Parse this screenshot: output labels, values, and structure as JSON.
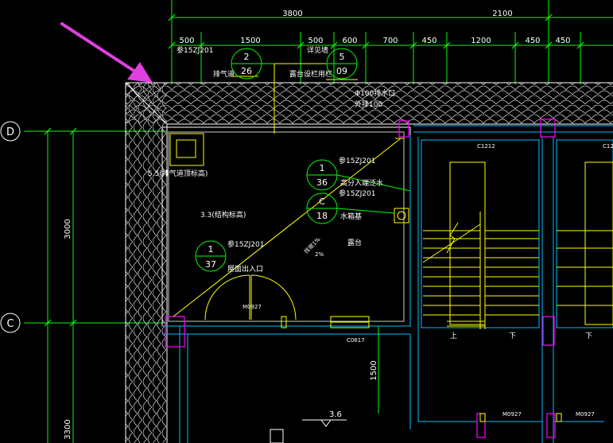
{
  "dimensions": {
    "top_row": [
      "3800",
      "2100"
    ],
    "second_row": [
      "500",
      "1500",
      "500",
      "600",
      "700",
      "450",
      "1200",
      "450",
      "450"
    ],
    "vertical": [
      "3000",
      "3300"
    ],
    "inner_vertical": "1500"
  },
  "axes": [
    "D",
    "C"
  ],
  "detail_refs": [
    {
      "top": "2",
      "bottom": "26"
    },
    {
      "top": "5",
      "bottom": "09"
    },
    {
      "top": "1",
      "bottom": "36"
    },
    {
      "top": "C",
      "bottom": "18"
    },
    {
      "top": "1",
      "bottom": "37"
    }
  ],
  "labels": {
    "ref_15zj201_a": "参15ZJ201",
    "ref_15zj201_b": "参15ZJ201",
    "ref_15zj201_c": "参15ZJ201",
    "ref_15zj201_d": "参15ZJ201",
    "ref_detail": "详见墙",
    "exhaust_duct": "排气道",
    "balcony_rail": "露台设栏用栏",
    "drain_outlet": "Φ100排水口",
    "external_drain": "外排100",
    "elev_exhaust": "5.5(排气道顶标高)",
    "elev_structure": "3.3(结构标高)",
    "high_low_drain": "高分入端泛水",
    "water_tank": "水箱基",
    "roof_entrance": "屋面出入口",
    "slope": "找坡1%",
    "slope2": "2%",
    "terrace": "露台",
    "door_m0927_a": "M0927",
    "door_m0927_b": "M0927",
    "door_m0927_c": "M0927",
    "window_c0617": "C0617",
    "window_c1212": "C1212",
    "window_c12_partial": "C12",
    "stair_up": "上",
    "stair_down_1": "下",
    "stair_down_2": "下",
    "elev_36": "3.6"
  },
  "colors": {
    "background": "#000000",
    "dimension_green": "#00ff00",
    "wall_white": "#ffffff",
    "tile_white": "#d8d8d8",
    "yellow": "#ffff00",
    "cyan": "#00bfff",
    "magenta": "#ff00ff",
    "annotation_arrow": "#e040e0"
  }
}
